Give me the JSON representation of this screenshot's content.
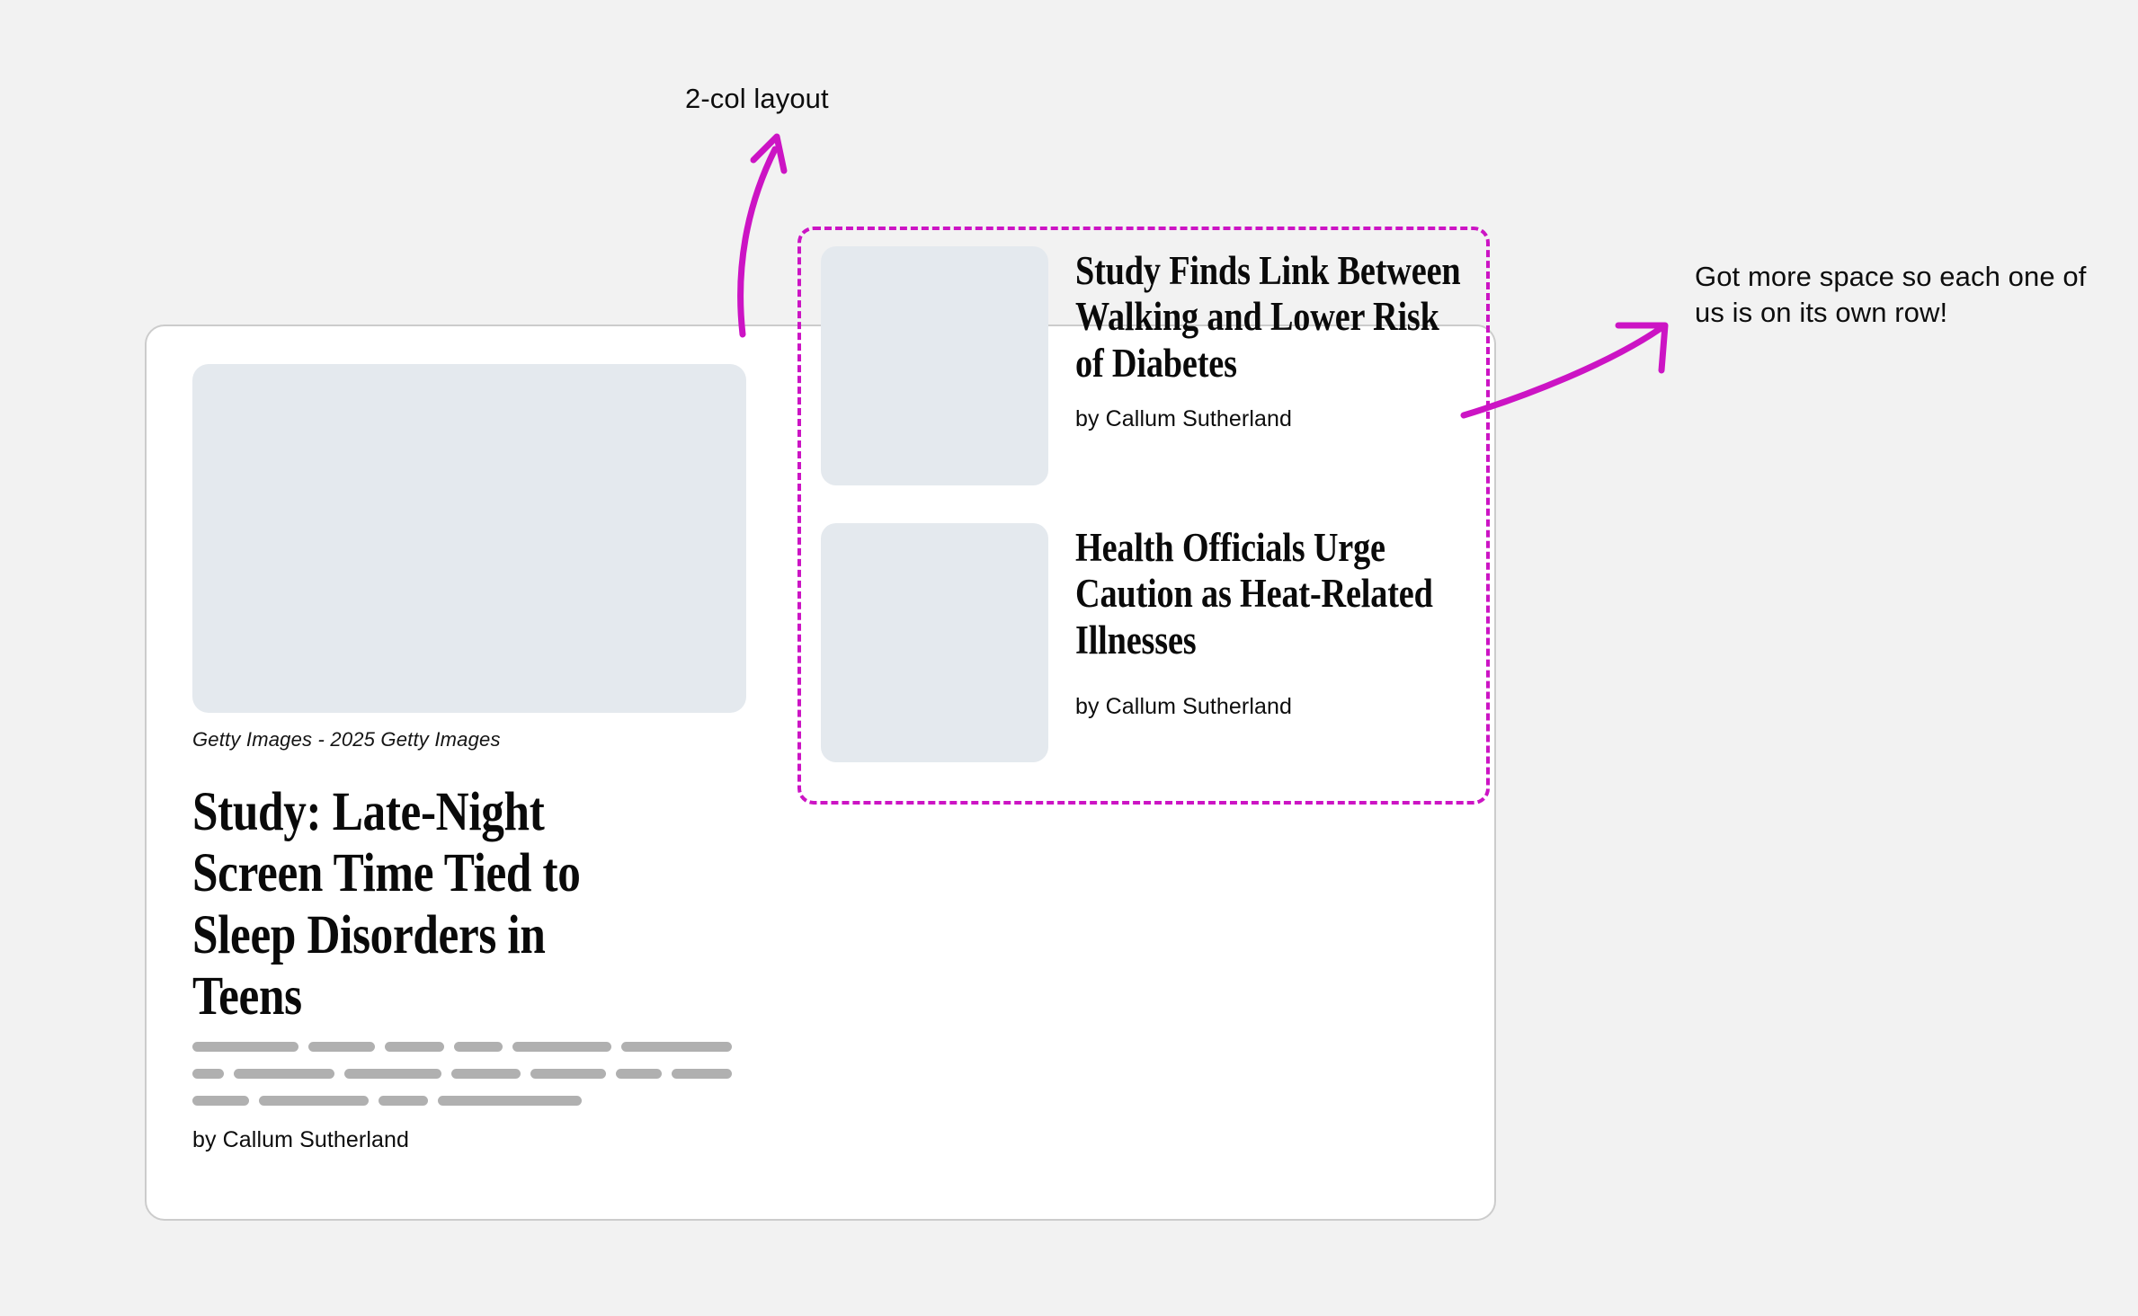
{
  "canvas": {
    "background_color": "#f2f2f2",
    "card_background_color": "#ffffff",
    "card_border_color": "#cccccc",
    "placeholder_color": "#e4e9ee",
    "annotation_color": "#cc14c4",
    "skeleton_color": "#b0b0b0"
  },
  "annotations": [
    {
      "id": "two-col-layout",
      "text": "2-col layout",
      "arrow": "curved-up-arrow"
    },
    {
      "id": "own-row",
      "text": "Got more space so each one of us is on its own row!",
      "arrow": "curved-up-right-arrow"
    }
  ],
  "lead_story": {
    "image_caption": "Getty Images - 2025 Getty Images",
    "headline": "Study: Late-Night Screen Time Tied to Sleep Disorders in Teens",
    "byline": "by Callum Sutherland",
    "skeleton_rows": [
      [
        138,
        86,
        78,
        63,
        128,
        144
      ],
      [
        36,
        113,
        110,
        78,
        85,
        52,
        68
      ],
      [
        63,
        122,
        55,
        160
      ]
    ]
  },
  "secondary_stories": [
    {
      "headline": "Study Finds Link Between Walking and Lower Risk of Diabetes",
      "byline": "by Callum Sutherland"
    },
    {
      "headline": "Health Officials Urge Caution as Heat-Related Illnesses",
      "byline": "by Callum Sutherland"
    }
  ]
}
